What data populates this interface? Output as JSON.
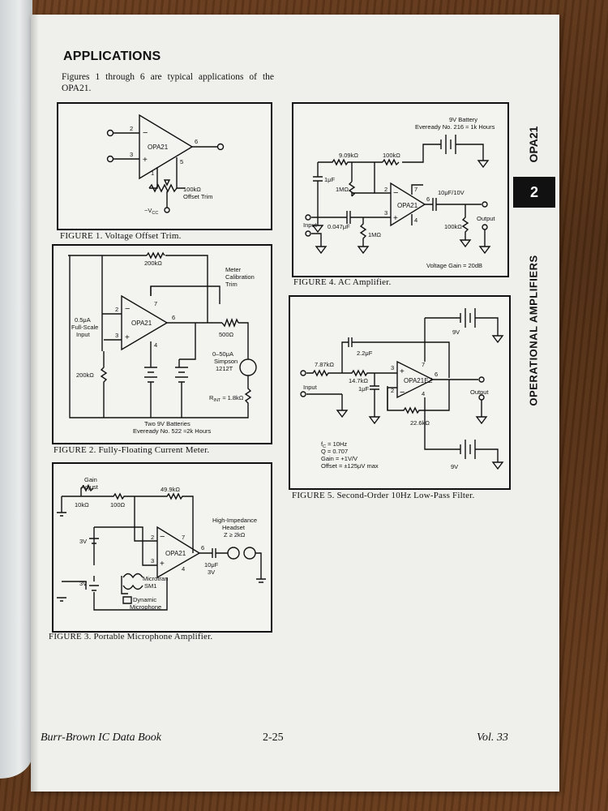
{
  "section_title": "APPLICATIONS",
  "intro_text": "Figures 1 through 6 are typical applications of the OPA21.",
  "figures": {
    "fig1": {
      "caption": "FIGURE 1. Voltage Offset Trim.",
      "opamp": "OPA21",
      "pin2": "2",
      "pin3": "3",
      "pin6": "6",
      "pin1": "1",
      "pin5": "5",
      "minus": "−",
      "plus": "+",
      "trim_value": "100kΩ",
      "trim_label": "Offset Trim",
      "vcc": "−V",
      "vcc_sub": "CC"
    },
    "fig2": {
      "caption": "FIGURE 2. Fully-Floating Current Meter.",
      "opamp": "OPA21",
      "r_feedback": "200kΩ",
      "meter_cal_1": "Meter",
      "meter_cal_2": "Calibration",
      "meter_cal_3": "Trim",
      "r_trim": "500Ω",
      "input_1": "0.5μA",
      "input_2": "Full-Scale",
      "input_3": "Input",
      "r_input": "200kΩ",
      "meter_1": "0–50μA",
      "meter_2": "Simpson",
      "meter_3": "1212T",
      "r_int": "R",
      "r_int_sub": "INT",
      "r_int_value": " ≈ 1.8kΩ",
      "battery_1": "Two 9V Batteries",
      "battery_2": "Eveready No. 522 ≈2k Hours",
      "pin2": "2",
      "pin3": "3",
      "pin6": "6",
      "pin7": "7",
      "pin4": "4",
      "minus": "−",
      "plus": "+"
    },
    "fig3": {
      "caption": "FIGURE 3. Portable Microphone Amplifier.",
      "opamp": "OPA21",
      "gain_1": "Gain",
      "gain_2": "Adjust",
      "r_gain": "10kΩ",
      "r_100": "100Ω",
      "r_feedback": "49.9kΩ",
      "headset_1": "High-Impedance",
      "headset_2": "Headset",
      "headset_3": "Z ≥ 2kΩ",
      "cap_value": "10μF",
      "cap_voltage": "3V",
      "battery_a": "3V",
      "battery_b": "3V",
      "transformer_1": "Microtran",
      "transformer_2": "SM1",
      "mic_1": "Dynamic",
      "mic_2": "Microphone",
      "pin2": "2",
      "pin3": "3",
      "pin6": "6",
      "pin7": "7",
      "pin4": "4",
      "minus": "−",
      "plus": "+"
    },
    "fig4": {
      "caption": "FIGURE 4. AC Amplifier.",
      "opamp": "OPA21",
      "battery_1": "9V Battery",
      "battery_2": "Eveready No. 216 ≈ 1k Hours",
      "r_909": "9.09kΩ",
      "r_100k": "100kΩ",
      "c_1u": "1μF",
      "r_1m_a": "1MΩ",
      "r_1m_b": "1MΩ",
      "c_out": "10μF/10V",
      "input": "Input",
      "c_in": "0.047μF",
      "r_load": "100kΩ",
      "output": "Output",
      "gain": "Voltage Gain = 20dB",
      "pin2": "2",
      "pin3": "3",
      "pin6": "6",
      "pin7": "7",
      "pin4": "4",
      "minus": "−",
      "plus": "+"
    },
    "fig5": {
      "caption": "FIGURE 5. Second-Order 10Hz Low-Pass Filter.",
      "opamp": "OPA21EZ",
      "battery_top": "9V",
      "battery_bottom": "9V",
      "c_22u": "2.2μF",
      "r_787": "7.87kΩ",
      "r_147": "14.7kΩ",
      "c_1u": "1μF",
      "r_226": "22.6kΩ",
      "input": "Input",
      "output": "Output",
      "spec_1": "f",
      "spec_1_sub": "C",
      "spec_1_val": " = 10Hz",
      "spec_2": "Q = 0.707",
      "spec_3": "Gain = +1V/V",
      "spec_4": "Offset = ±125μV max",
      "pin2": "2",
      "pin3": "3",
      "pin6": "6",
      "pin7": "7",
      "pin4": "4",
      "minus": "−",
      "plus": "+"
    }
  },
  "side": {
    "product": "OPA21",
    "tab_number": "2",
    "section": "OPERATIONAL AMPLIFIERS"
  },
  "footer": {
    "book": "Burr-Brown IC Data Book",
    "page": "2-25",
    "volume": "Vol. 33"
  }
}
